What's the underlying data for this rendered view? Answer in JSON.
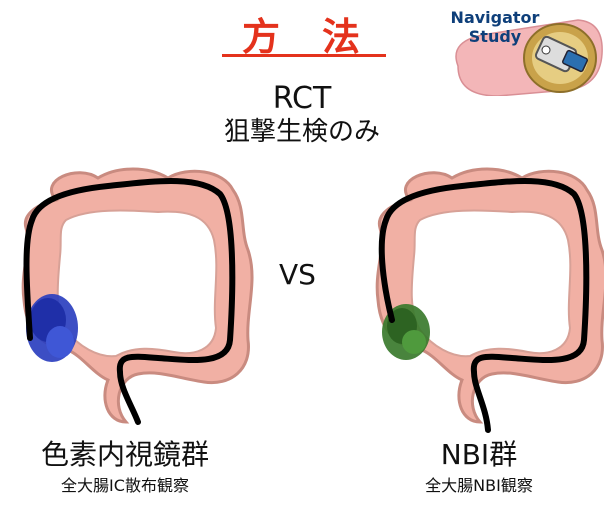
{
  "title": "方　法",
  "badge": {
    "line1": "Navigator",
    "line2": "Study"
  },
  "design": {
    "rct": "RCT",
    "subtitle": "狙撃生検のみ"
  },
  "vs": "VS",
  "groups": [
    {
      "name": "色素内視鏡群",
      "detail": "全大腸IC散布観察",
      "stain_color": "#2b3fbf"
    },
    {
      "name": "NBI群",
      "detail": "全大腸NBI観察",
      "stain_color": "#3a7a2c"
    }
  ],
  "colors": {
    "title": "#e4321c",
    "colon": "#f1b0a4",
    "colon_outline": "#c98b80",
    "scope_line": "#000000"
  }
}
